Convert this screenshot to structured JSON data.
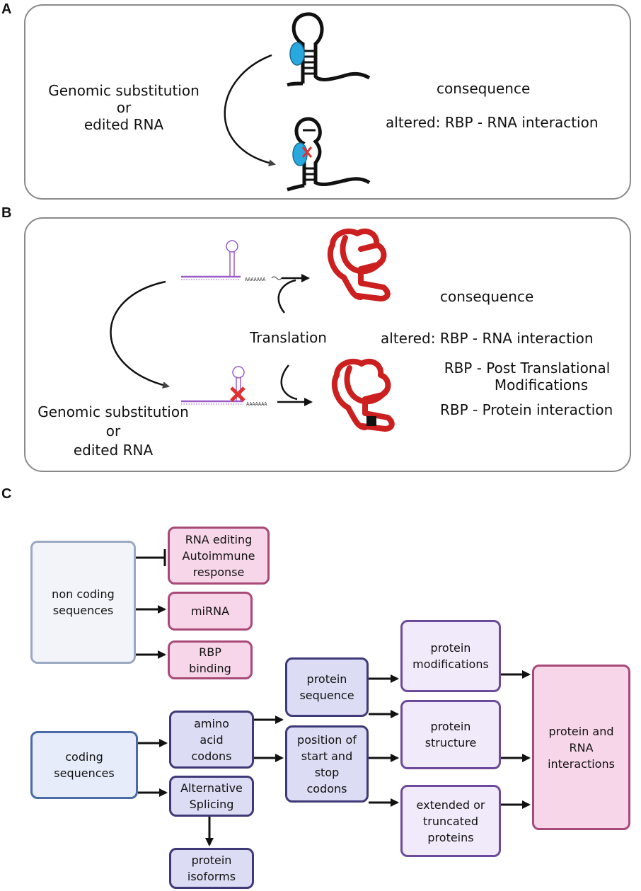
{
  "panel_a": {
    "label": "A",
    "source_text": [
      "Genomic substitution",
      "or",
      "edited RNA"
    ],
    "consequence_title": "consequence",
    "consequence_item": "altered: RBP - RNA interaction"
  },
  "panel_b": {
    "label": "B",
    "polya_label": "AAAAAAA",
    "translation_label": "Translation",
    "consequence_title": "consequence",
    "consequence_items": [
      "altered: RBP - RNA interaction",
      "RBP - Post Translational",
      "Modifications",
      "RBP - Protein interaction"
    ],
    "source_text": [
      "Genomic substitution",
      "or",
      "edited RNA"
    ]
  },
  "panel_c": {
    "label": "C",
    "boxes": {
      "non_coding": "non coding\nsequences",
      "rna_editing": "RNA editing\nAutoimmune\nresponse",
      "mirna": "miRNA",
      "rbp_binding": "RBP\nbinding",
      "coding": "coding\nsequences",
      "amino_acid": "amino\nacid\ncodons",
      "alt_splicing": "Alternative\nSplicing",
      "isoforms": "protein\nisoforms",
      "protein_sequence": "protein\nsequence",
      "position_codons": "position of\nstart and\nstop\ncodons",
      "protein_modifications": "protein\nmodifications",
      "protein_structure": "protein\nstructure",
      "extended_truncated": "extended or\ntruncated\nproteins",
      "protein_rna": "protein and\nRNA\ninteractions"
    }
  },
  "colors": {
    "rbp_blue": "#29a8df",
    "protein_red": "#cc1f1f",
    "mutation_red": "#e03030",
    "rna_purple": "#9a5cc8"
  }
}
